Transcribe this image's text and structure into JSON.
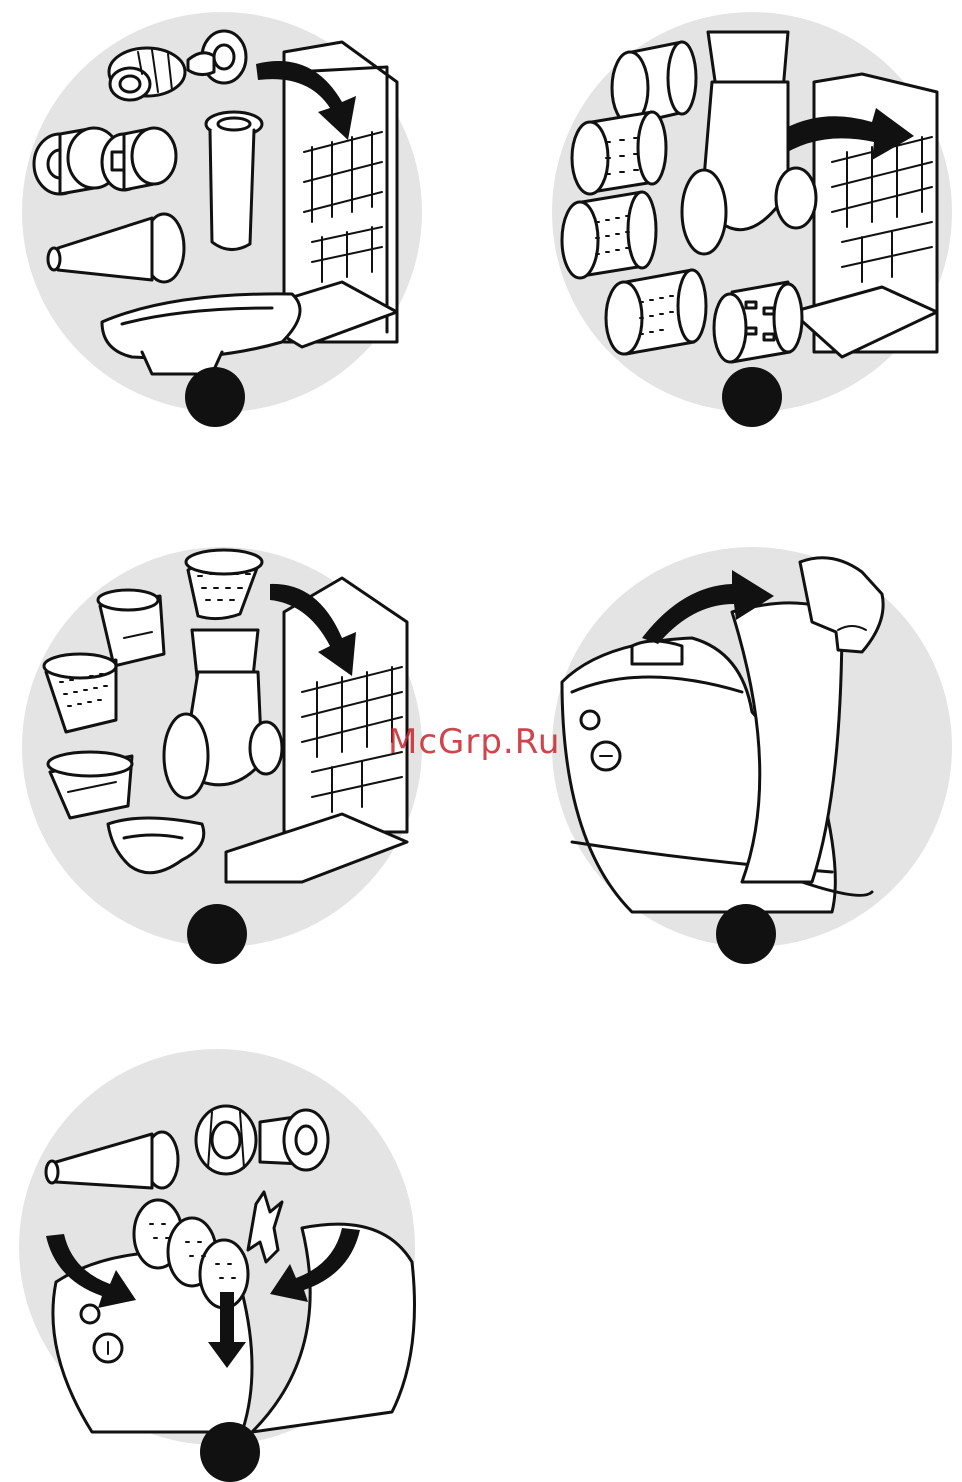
{
  "watermark": {
    "text": "McGrp.Ru",
    "color": "#c8252d"
  },
  "colors": {
    "circle_background": "#e4e4e4",
    "line_art": "#111111",
    "step_marker": "#111111"
  },
  "panels": [
    {
      "name": "meat-grinder-parts-dishwasher",
      "icon": "dishwasher-rack-icon"
    },
    {
      "name": "grater-drums-dishwasher",
      "icon": "dishwasher-rack-icon"
    },
    {
      "name": "cone-drums-dishwasher",
      "icon": "dishwasher-rack-icon"
    },
    {
      "name": "open-storage-cover",
      "icon": "hand-icon"
    },
    {
      "name": "store-accessories",
      "icon": "grinder-plate-icon"
    }
  ]
}
